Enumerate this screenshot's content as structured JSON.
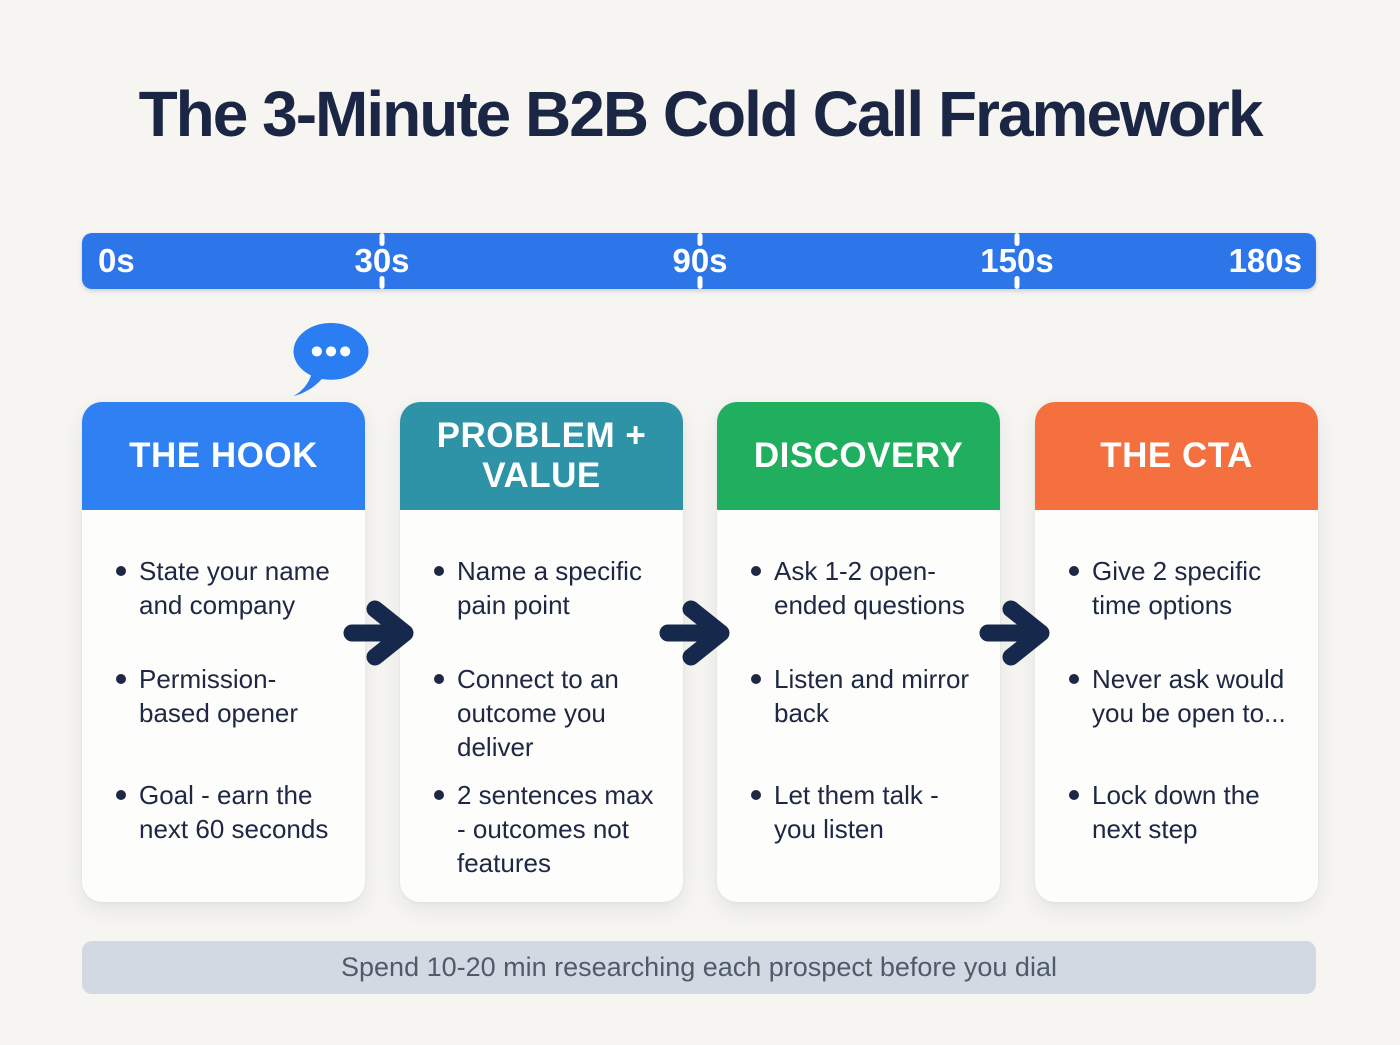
{
  "title": "The 3-Minute B2B Cold Call Framework",
  "timeline": {
    "bar_color": "#2d76e9",
    "labels": [
      "0s",
      "30s",
      "90s",
      "150s",
      "180s"
    ]
  },
  "icons": {
    "speech_bubble": {
      "name": "speech-bubble-icon",
      "color": "#2b7ef2"
    },
    "arrow": {
      "name": "arrow-right-icon",
      "color": "#16294d"
    }
  },
  "cards": [
    {
      "title": "THE HOOK",
      "header_color": "#2f80f2",
      "bullets": [
        "State your name and company",
        "Permission-based opener",
        "Goal - earn the next 60 seconds"
      ]
    },
    {
      "title": "PROBLEM + VALUE",
      "header_color": "#2e93a6",
      "bullets": [
        "Name a specific pain point",
        "Connect to an outcome you deliver",
        "2 sentences max - outcomes not features"
      ]
    },
    {
      "title": "DISCOVERY",
      "header_color": "#20ae5f",
      "bullets": [
        "Ask 1-2 open-ended questions",
        "Listen and mirror back",
        "Let them talk - you listen"
      ]
    },
    {
      "title": "THE CTA",
      "header_color": "#f4703f",
      "bullets": [
        "Give 2 specific time options",
        "Never ask would you be open to...",
        "Lock down the next step"
      ]
    }
  ],
  "footer": {
    "text": "Spend 10-20 min researching each prospect before you dial",
    "bg_color": "#d3d9e2",
    "text_color": "#4f5b69"
  }
}
